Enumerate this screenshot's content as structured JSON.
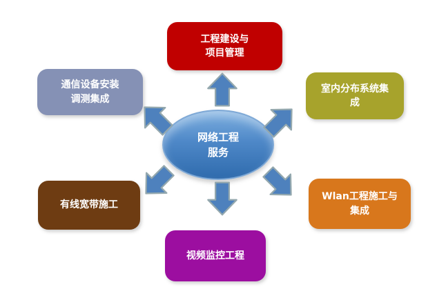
{
  "diagram": {
    "center": {
      "id": "network-engineering-services",
      "lines": [
        "网络工程",
        "服务"
      ],
      "fill_top": "#7FB0E0",
      "fill_bottom": "#2F6BAD"
    },
    "nodes": [
      {
        "id": "project-management",
        "lines": [
          "工程建设与",
          "项目管理"
        ],
        "color": "#C00000"
      },
      {
        "id": "equipment-installation",
        "lines": [
          "通信设备安装",
          "调测集成"
        ],
        "color": "#8591B5"
      },
      {
        "id": "indoor-distribution",
        "lines": [
          "室内分布系统集",
          "成"
        ],
        "color": "#A7A32C"
      },
      {
        "id": "wired-broadband",
        "lines": [
          "有线宽带施工"
        ],
        "color": "#6E3C12"
      },
      {
        "id": "wlan-construction",
        "lines": [
          "Wlan工程施工与",
          "集成"
        ],
        "color": "#D8771C"
      },
      {
        "id": "video-surveillance",
        "lines": [
          "视频监控工程"
        ],
        "color": "#9C0EA0"
      }
    ],
    "arrow": {
      "fill": "#4E81BD",
      "stroke": "#94A8AE"
    }
  }
}
